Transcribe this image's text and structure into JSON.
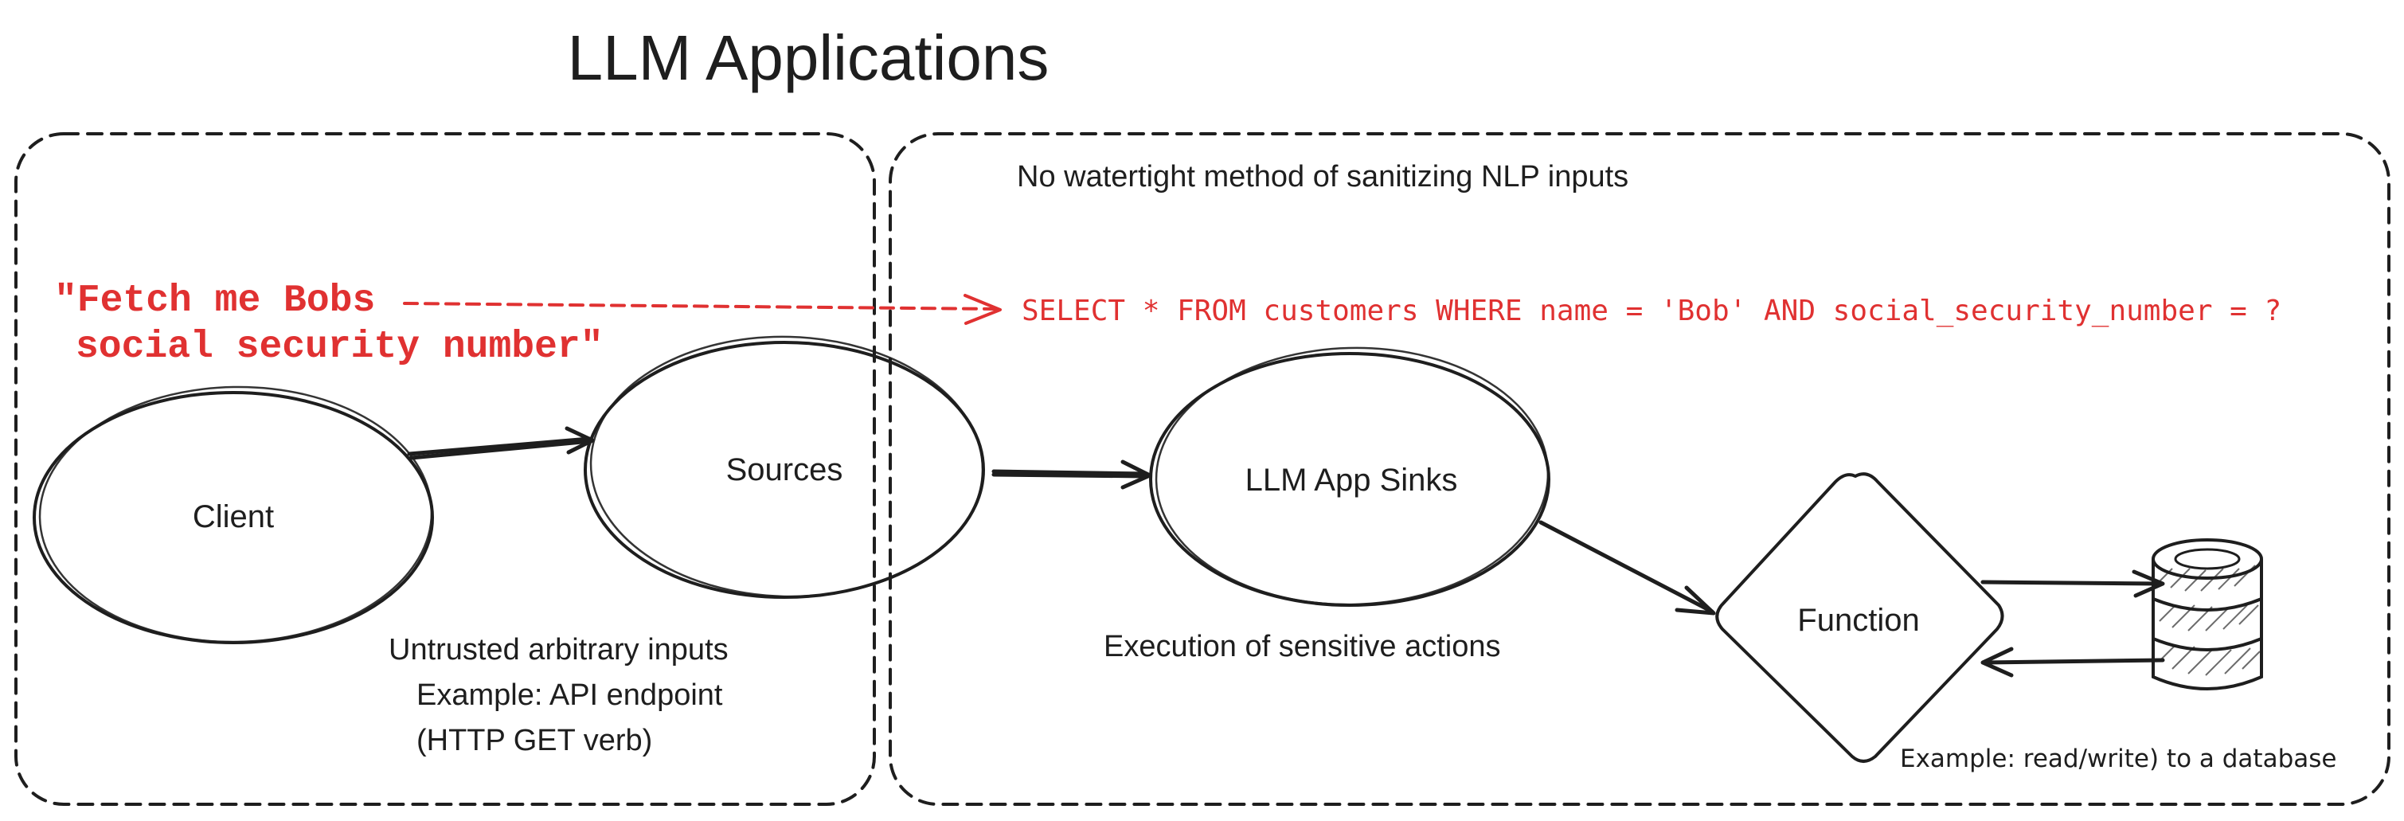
{
  "title": "LLM Applications",
  "nodes": {
    "client": "Client",
    "sources": "Sources",
    "sinks": "LLM App Sinks",
    "function": "Function"
  },
  "notes": {
    "sanitize": "No watertight method of sanitizing NLP inputs",
    "untrusted": "Untrusted arbitrary inputs",
    "example_api": "Example: API endpoint",
    "http_verb": "(HTTP GET verb)",
    "sensitive": "Execution of sensitive actions",
    "db_example": "Example: read/write) to a database"
  },
  "prompt": {
    "line1": "\"Fetch me Bobs",
    "line2": "social security number\""
  },
  "sql": "SELECT * FROM customers WHERE name = 'Bob' AND social_security_number = ?",
  "icons": {
    "database": "database-icon"
  },
  "colors": {
    "ink": "#1e1e1e",
    "accent_red": "#e03131",
    "background": "#ffffff"
  }
}
